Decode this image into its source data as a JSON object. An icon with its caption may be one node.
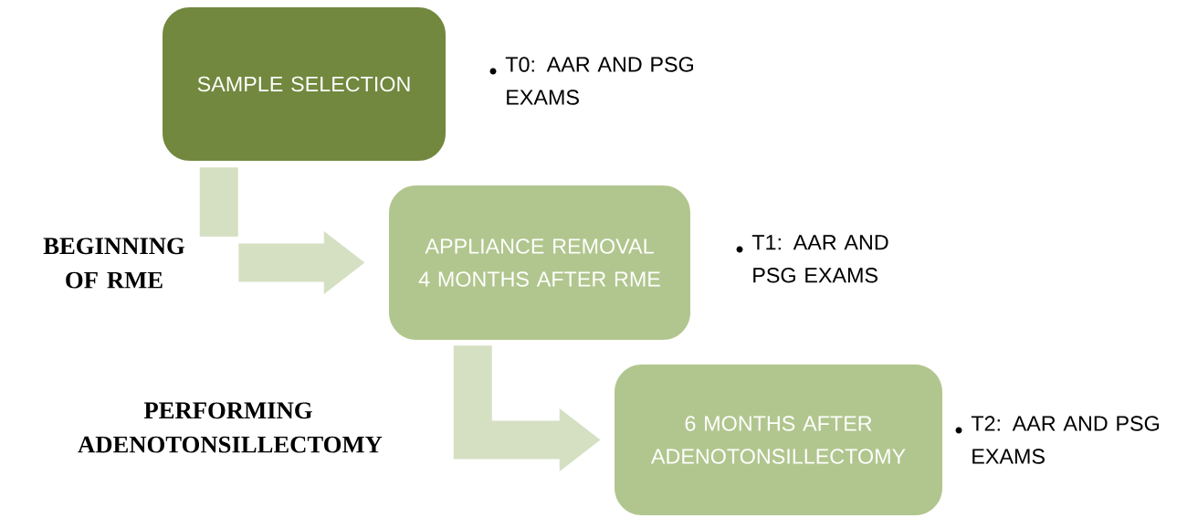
{
  "diagram": {
    "nodes": [
      {
        "text": [
          "SAMPLE SELECTION"
        ],
        "beside": [
          "T0: AAR AND PSG EXAMS"
        ]
      },
      {
        "text": [
          "APPLIANCE REMOVAL 4 MONTHS AFTER RME"
        ],
        "beside": [
          "T1: AAR AND PSG EXAMS"
        ]
      },
      {
        "text": [
          "6 MONTHS AFTER ADENOTONSILLECTOMY"
        ],
        "beside": [
          "T2: AAR AND PSG EXAMS"
        ]
      }
    ],
    "edges": [
      {
        "from": 0,
        "to": 1,
        "arrow": "to",
        "label": "BEGINNING OF RME"
      },
      {
        "from": 1,
        "to": 2,
        "arrow": "to",
        "label": "PERFORMING ADENOTONSILLECTOMY"
      }
    ]
  }
}
